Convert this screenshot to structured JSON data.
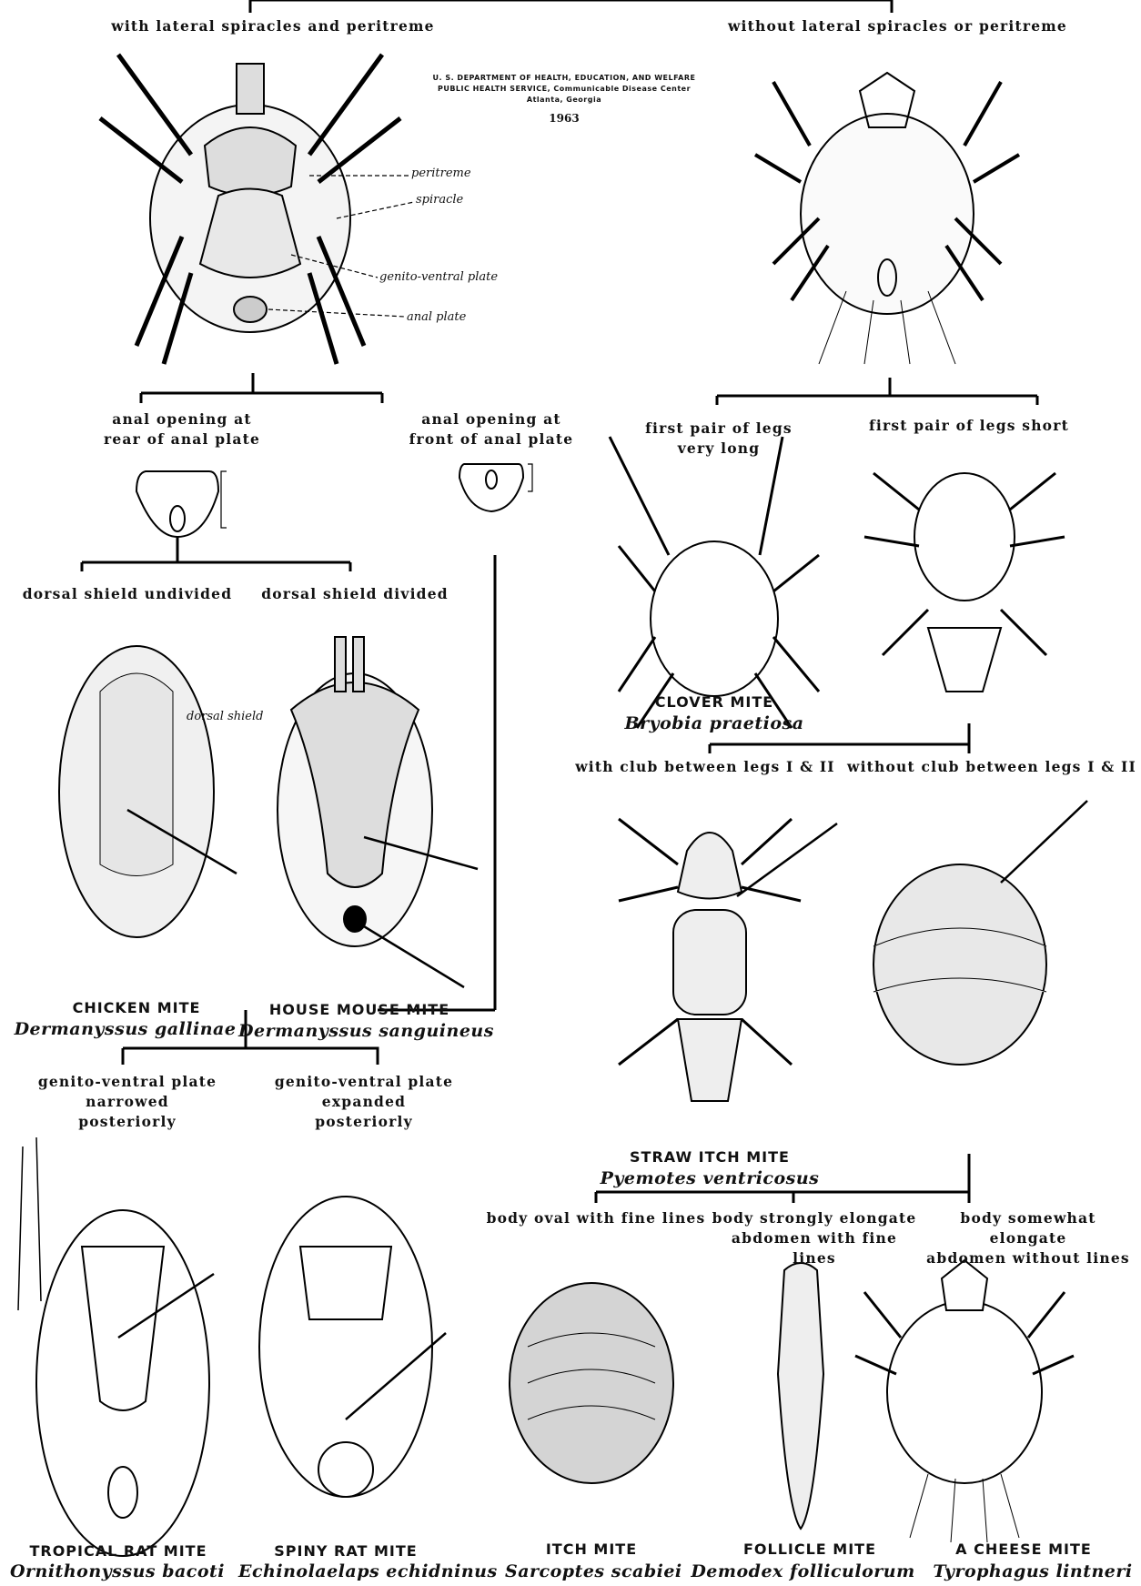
{
  "header": {
    "line1": "U. S. DEPARTMENT OF HEALTH, EDUCATION, AND WELFARE",
    "line2": "PUBLIC HEALTH SERVICE, Communicable Disease Center",
    "line3": "Atlanta, Georgia",
    "year": "1963"
  },
  "branches": {
    "with_spiracles": "with lateral spiracles and peritreme",
    "without_spiracles": "without lateral spiracles or peritreme",
    "anal_rear": "anal opening at\nrear of anal plate",
    "anal_front": "anal opening at\nfront of anal plate",
    "dorsal_undivided": "dorsal shield undivided",
    "dorsal_divided": "dorsal shield divided",
    "legs_long": "first pair of legs\nvery long",
    "legs_short": "first pair of legs short",
    "with_club": "with club between legs I & II",
    "without_club": "without club between legs I & II",
    "gv_narrowed": "genito-ventral plate\nnarrowed posteriorly",
    "gv_expanded": "genito-ventral plate\nexpanded posteriorly",
    "body_oval": "body oval with fine lines",
    "body_strongly": "body strongly elongate\nabdomen with fine lines",
    "body_somewhat": "body somewhat elongate\nabdomen without lines"
  },
  "part_labels": {
    "peritreme": "peritreme",
    "spiracle": "spiracle",
    "genito_ventral": "genito-ventral plate",
    "anal_plate": "anal plate",
    "dorsal_shield": "dorsal shield"
  },
  "mites": [
    {
      "common": "CHICKEN MITE",
      "scientific": "Dermanyssus gallinae"
    },
    {
      "common": "HOUSE MOUSE MITE",
      "scientific": "Dermanyssus sanguineus"
    },
    {
      "common": "CLOVER MITE",
      "scientific": "Bryobia praetiosa"
    },
    {
      "common": "STRAW ITCH MITE",
      "scientific": "Pyemotes ventricosus"
    },
    {
      "common": "TROPICAL RAT MITE",
      "scientific": "Ornithonyssus bacoti"
    },
    {
      "common": "SPINY RAT MITE",
      "scientific": "Echinolaelaps echidninus"
    },
    {
      "common": "ITCH MITE",
      "scientific": "Sarcoptes scabiei"
    },
    {
      "common": "FOLLICLE MITE",
      "scientific": "Demodex folliculorum"
    },
    {
      "common": "A CHEESE MITE",
      "scientific": "Tyrophagus lintneri"
    }
  ]
}
